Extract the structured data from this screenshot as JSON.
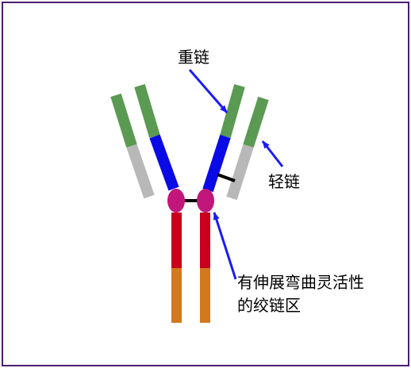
{
  "labels": {
    "heavy_chain": "重链",
    "light_chain": "轻链",
    "hinge_line1": "有伸展弯曲灵活性",
    "hinge_line2": "的绞链区"
  },
  "colors": {
    "frame": "#4b1f6f",
    "light_variable": "#5a9a52",
    "light_constant": "#b8b8b8",
    "heavy_upper": "#0a0ae6",
    "hinge": "#c2177a",
    "fc_upper": "#c8001e",
    "fc_lower": "#d2781e",
    "bond": "#000000",
    "arrow": "#1a1aff"
  }
}
